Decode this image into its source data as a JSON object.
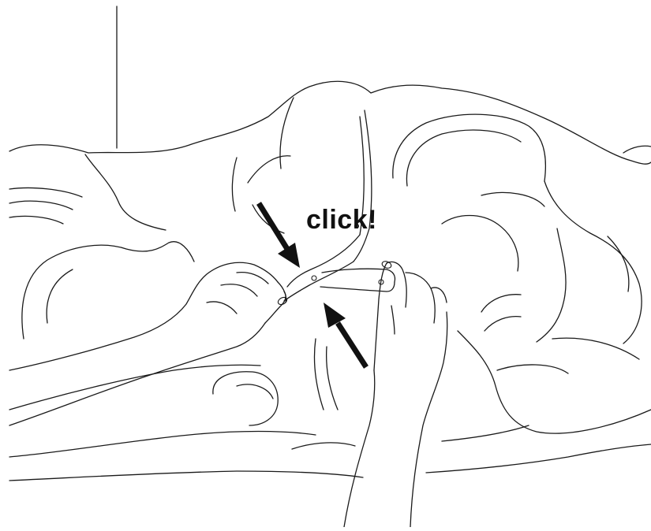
{
  "callout": {
    "text": "click!"
  },
  "illustration": {
    "arrows": [
      {
        "name": "arrow-down-right",
        "direction": "down-right"
      },
      {
        "name": "arrow-up-left",
        "direction": "up-left"
      }
    ],
    "colors": {
      "line": "#1a1a1a",
      "arrow": "#111111",
      "background": "#ffffff"
    }
  }
}
